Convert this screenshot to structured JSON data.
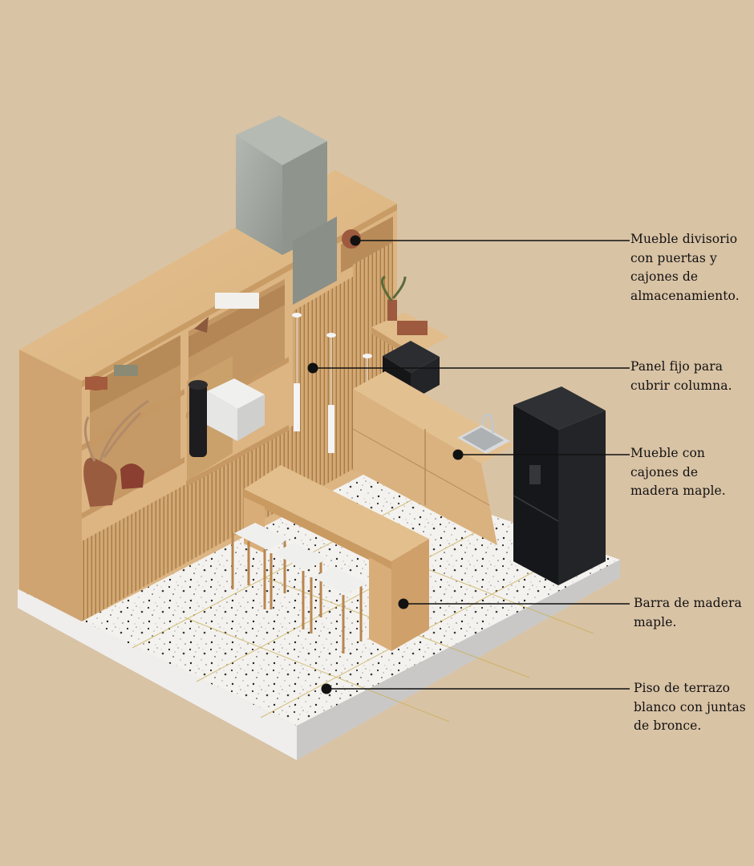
{
  "colors": {
    "background": "#d9c3a5",
    "wood": "#dcb583",
    "wood_dark": "#c99a62",
    "terrazzo": "#f3f1ee",
    "concrete": "#a3a8a1",
    "appliance": "#1b1c1e",
    "leader_line": "#111111"
  },
  "callouts": [
    {
      "lines": [
        "Mueble divisorio",
        "con puertas y",
        "cajones de",
        "almacenamiento."
      ]
    },
    {
      "lines": [
        "Panel fijo para",
        "cubrir columna."
      ]
    },
    {
      "lines": [
        "Mueble con",
        "cajones de",
        "madera maple."
      ]
    },
    {
      "lines": [
        "Barra de madera",
        "maple."
      ]
    },
    {
      "lines": [
        "Piso de terrazo",
        "blanco con juntas",
        "de bronce."
      ]
    }
  ]
}
